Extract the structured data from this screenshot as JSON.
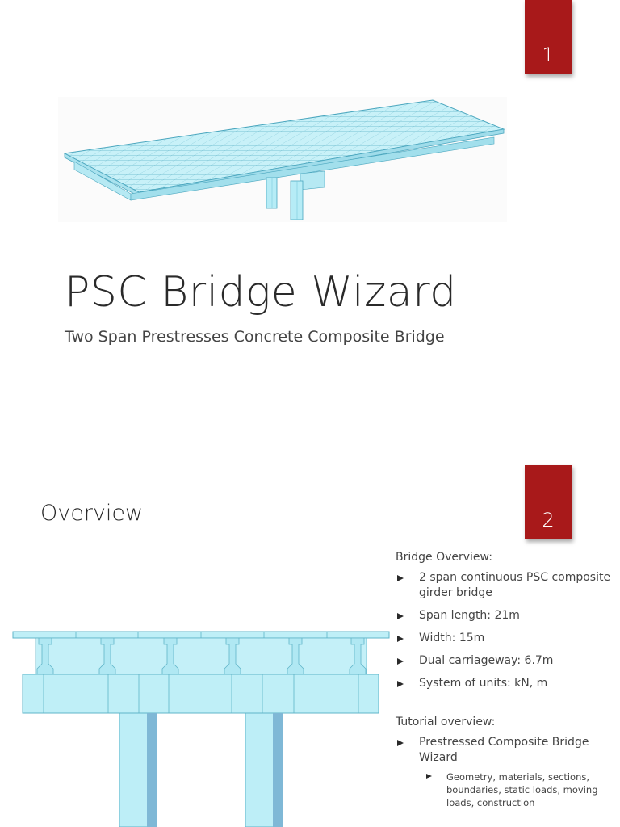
{
  "slide1": {
    "number": "1",
    "title": "PSC Bridge Wizard",
    "subtitle": "Two Span Prestresses Concrete Composite Bridge",
    "image_icon": "bridge-model-3d-icon"
  },
  "slide2": {
    "number": "2",
    "title": "Overview",
    "image_icon": "bridge-cross-section-icon",
    "bridge_overview": {
      "heading": "Bridge Overview:",
      "items": [
        "2 span continuous PSC composite girder bridge",
        "Span length: 21m",
        "Width: 15m",
        "Dual carriageway: 6.7m",
        "System of units: kN, m"
      ]
    },
    "tutorial_overview": {
      "heading": "Tutorial overview:",
      "items": [
        "Prestressed Composite Bridge Wizard"
      ],
      "sub_items": [
        "Geometry, materials, sections, boundaries, static loads, moving loads, construction"
      ]
    }
  },
  "colors": {
    "badge": "#a8191a",
    "model_fill": "#bfeff7",
    "model_line": "#5fb4c8"
  }
}
